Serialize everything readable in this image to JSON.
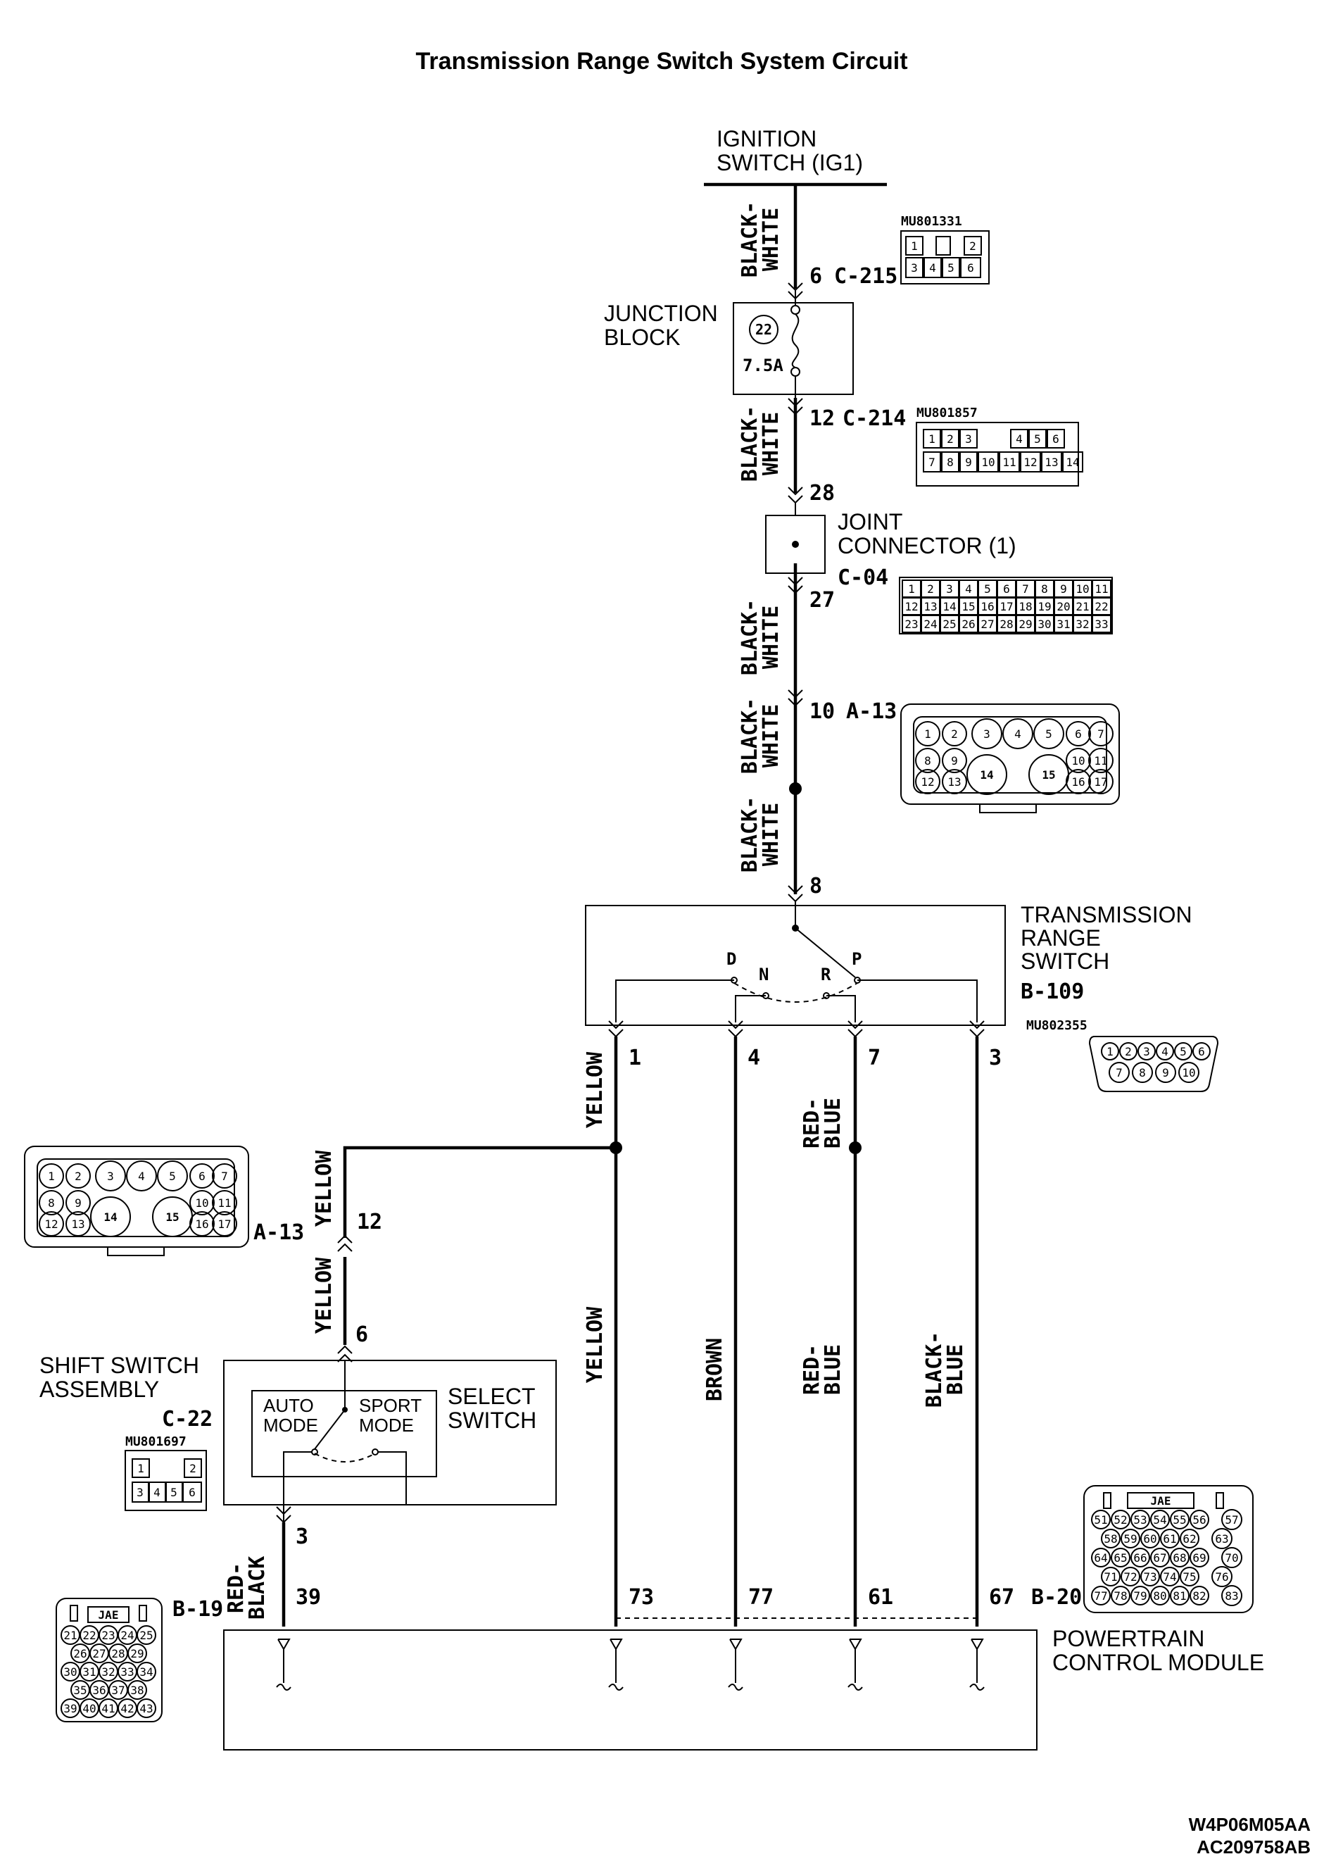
{
  "title": "Transmission Range Switch System Circuit",
  "ignition_switch": {
    "line1": "IGNITION",
    "line2": "SWITCH (IG1)"
  },
  "junction_block": {
    "line1": "JUNCTION",
    "line2": "BLOCK",
    "fuse_number": "22",
    "fuse_rating": "7.5A"
  },
  "joint_connector": {
    "line1": "JOINT",
    "line2": "CONNECTOR (1)"
  },
  "trs": {
    "line1": "TRANSMISSION",
    "line2": "RANGE",
    "line3": "SWITCH",
    "connector": "B-109",
    "part_no": "MU802355",
    "positions": {
      "d": "D",
      "n": "N",
      "r": "R",
      "p": "P"
    }
  },
  "shift_switch": {
    "line1": "SHIFT SWITCH",
    "line2": "ASSEMBLY",
    "connector": "C-22",
    "part_no": "MU801697",
    "select_line1": "SELECT",
    "select_line2": "SWITCH",
    "auto_line1": "AUTO",
    "auto_line2": "MODE",
    "sport_line1": "SPORT",
    "sport_line2": "MODE"
  },
  "pcm": {
    "line1": "POWERTRAIN",
    "line2": "CONTROL MODULE",
    "connector_left": "B-19",
    "connector_right": "B-20"
  },
  "connectors": {
    "c215": {
      "pin": "6",
      "name": "C-215",
      "part_no": "MU801331",
      "row1": [
        "1",
        "",
        "2"
      ],
      "row2": [
        "3",
        "4",
        "5",
        "6"
      ]
    },
    "c214": {
      "pin": "12",
      "name": "C-214",
      "part_no": "MU801857",
      "row1": [
        "1",
        "2",
        "3",
        "",
        "4",
        "5",
        "6"
      ],
      "row2": [
        "7",
        "8",
        "9",
        "10",
        "11",
        "12",
        "13",
        "14"
      ]
    },
    "c04": {
      "pin_in": "28",
      "pin_out": "27",
      "name": "C-04",
      "rows": [
        [
          "1",
          "2",
          "3",
          "4",
          "5",
          "6",
          "7",
          "8",
          "9",
          "10",
          "11"
        ],
        [
          "12",
          "13",
          "14",
          "15",
          "16",
          "17",
          "18",
          "19",
          "20",
          "21",
          "22"
        ],
        [
          "23",
          "24",
          "25",
          "26",
          "27",
          "28",
          "29",
          "30",
          "31",
          "32",
          "33"
        ]
      ]
    },
    "a13_top": {
      "pin": "10",
      "name": "A-13"
    },
    "a13_left": {
      "pin_in": "12",
      "pin_out": "6",
      "name": "A-13"
    },
    "a13_pins": {
      "row1": [
        "1",
        "2",
        "3",
        "4",
        "5",
        "6",
        "7"
      ],
      "row2": [
        "8",
        "9",
        "10",
        "11"
      ],
      "row3": [
        "12",
        "13",
        "14",
        "15",
        "16",
        "17"
      ]
    },
    "b109_pins": {
      "row1": [
        "1",
        "2",
        "3",
        "4",
        "5",
        "6"
      ],
      "row2": [
        "7",
        "8",
        "9",
        "10"
      ]
    },
    "c22_pins": {
      "row1": [
        "1",
        "2"
      ],
      "row2": [
        "3",
        "4",
        "5",
        "6"
      ]
    },
    "b19_pins": {
      "header": "JAE",
      "rows": [
        [
          "21",
          "22",
          "23",
          "24",
          "25"
        ],
        [
          "26",
          "27",
          "28",
          "29"
        ],
        [
          "30",
          "31",
          "32",
          "33",
          "34"
        ],
        [
          "35",
          "36",
          "37",
          "38"
        ],
        [
          "39",
          "40",
          "41",
          "42",
          "43"
        ]
      ]
    },
    "b20_pins": {
      "header": "JAE",
      "rows": [
        [
          "51",
          "52",
          "53",
          "54",
          "55",
          "56"
        ],
        [
          "58",
          "59",
          "60",
          "61",
          "62"
        ],
        [
          "64",
          "65",
          "66",
          "67",
          "68",
          "69"
        ],
        [
          "71",
          "72",
          "73",
          "74",
          "75"
        ],
        [
          "77",
          "78",
          "79",
          "80",
          "81",
          "82"
        ]
      ],
      "side": [
        "57",
        "63",
        "70",
        "76",
        "83"
      ]
    }
  },
  "pins": {
    "trs_common": "8",
    "trs_1": "1",
    "trs_4": "4",
    "trs_7": "7",
    "trs_3": "3",
    "pcm_73": "73",
    "pcm_77": "77",
    "pcm_61": "61",
    "pcm_67": "67",
    "pcm_39": "39",
    "ss_3": "3"
  },
  "wire_colors": {
    "black_white_1": "BLACK-",
    "black_white_2": "WHITE",
    "yellow": "YELLOW",
    "brown": "BROWN",
    "red_blue_1": "RED-",
    "red_blue_2": "BLUE",
    "black_blue_1": "BLACK-",
    "black_blue_2": "BLUE",
    "red_black_1": "RED-",
    "red_black_2": "BLACK"
  },
  "figure_ids": {
    "line1": "W4P06M05AA",
    "line2": "AC209758AB"
  }
}
